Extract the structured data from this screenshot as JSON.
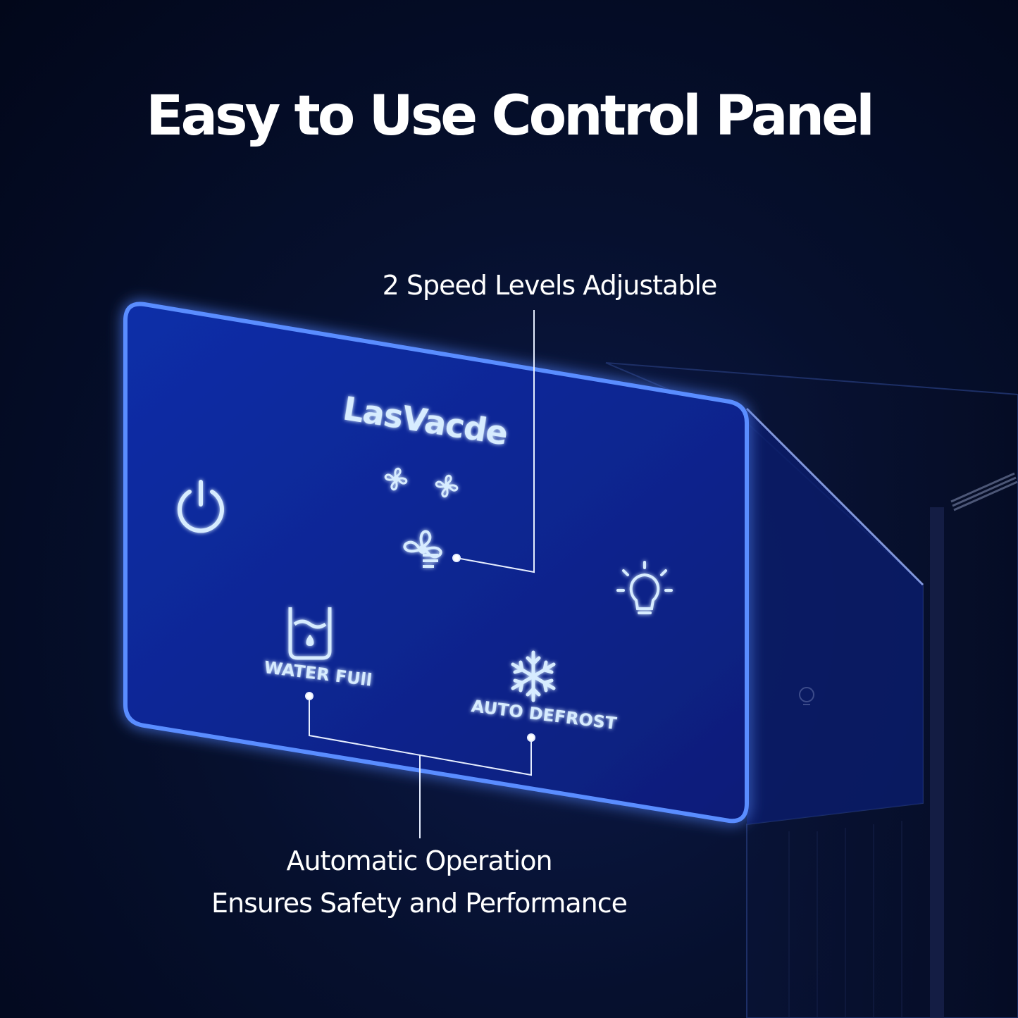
{
  "headline": "Easy to Use Control Panel",
  "callouts": {
    "speed": "2 Speed Levels Adjustable",
    "auto_line1": "Automatic Operation",
    "auto_line2": "Ensures Safety and Performance"
  },
  "panel": {
    "brand": "LasVacde",
    "water_label": "WATER FUll",
    "defrost_label": "AUTO DEFROST"
  },
  "icons": {
    "power": "power-icon",
    "fan_low": "fan-icon",
    "fan_high": "fan-icon",
    "fan_speed": "fan-speed-icon",
    "light": "light-bulb-icon",
    "water_tank": "water-tank-icon",
    "defrost": "snowflake-icon"
  },
  "colors": {
    "background": "#06102e",
    "panel": "#0a2aa0",
    "glow": "#3f7bff",
    "icon": "#d7ecff",
    "text": "#ffffff"
  }
}
